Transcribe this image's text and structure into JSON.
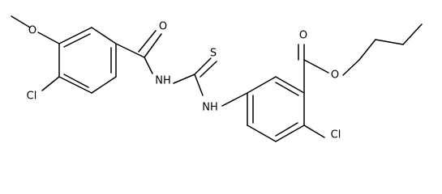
{
  "molecule": {
    "atom_labels": {
      "methoxy_oxygen": "O",
      "chloro_left": "Cl",
      "carbonyl_oxygen_amide": "O",
      "amide_nh": "NH",
      "thione_sulfur": "S",
      "thiourea_nh": "NH",
      "ester_carbonyl_oxygen": "O",
      "ester_oxygen": "O",
      "chloro_right": "Cl"
    }
  }
}
